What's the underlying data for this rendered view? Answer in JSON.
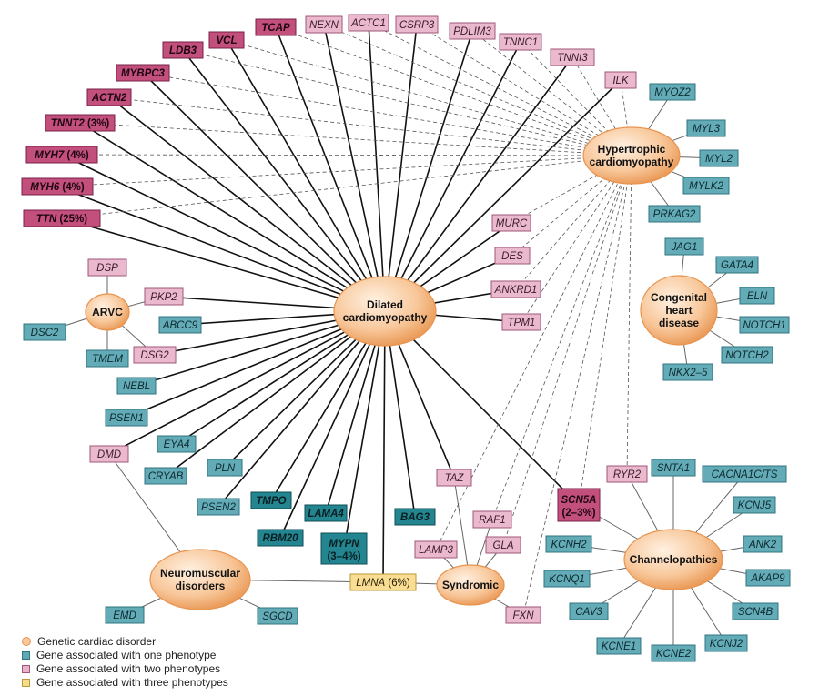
{
  "colors": {
    "one": "#5fa9b3",
    "two_light": "#e7b3c8",
    "two_dark": "#b5416f",
    "three": "#f7dc8e",
    "disorder_outer": "#e8944f",
    "disorder_inner": "#fde3c8",
    "edge": "#111111",
    "dashed": "#555555"
  },
  "disorders": {
    "dcm": "Dilated\ncardiomyopathy",
    "hcm": "Hypertrophic\ncardiomyopathy",
    "arvc": "ARVC",
    "chd": "Congenital\nheart\ndisease",
    "nmd": "Neuromuscular\ndisorders",
    "syn": "Syndromic",
    "chan": "Channelopathies"
  },
  "genes": {
    "TCAP": "TCAP",
    "NEXN": "NEXN",
    "ACTC1": "ACTC1",
    "CSRP3": "CSRP3",
    "PDLIM3": "PDLIM3",
    "VCL": "VCL",
    "LDB3": "LDB3",
    "TNNC1": "TNNC1",
    "TNNI3": "TNNI3",
    "MYBPC3": "MYBPC3",
    "ILK": "ILK",
    "ACTN2": "ACTN2",
    "TNNT2": "TNNT2",
    "TNNT2_pct": " (3%)",
    "MYH7": "MYH7",
    "MYH7_pct": " (4%)",
    "MYH6": "MYH6",
    "MYH6_pct": " (4%)",
    "TTN": "TTN",
    "TTN_pct": " (25%)",
    "MYOZ2": "MYOZ2",
    "MYL3": "MYL3",
    "MYL2": "MYL2",
    "MYLK2": "MYLK2",
    "PRKAG2": "PRKAG2",
    "MURC": "MURC",
    "DES": "DES",
    "ANKRD1": "ANKRD1",
    "TPM1": "TPM1",
    "JAG1": "JAG1",
    "GATA4": "GATA4",
    "ELN": "ELN",
    "NOTCH1": "NOTCH1",
    "NOTCH2": "NOTCH2",
    "NKX2_5": "NKX2–5",
    "DSP": "DSP",
    "PKP2": "PKP2",
    "DSC2": "DSC2",
    "ABCC9": "ABCC9",
    "TMEM": "TMEM",
    "DSG2": "DSG2",
    "NEBL": "NEBL",
    "PSEN1": "PSEN1",
    "EYA4": "EYA4",
    "DMD": "DMD",
    "CRYAB": "CRYAB",
    "PLN": "PLN",
    "TAZ": "TAZ",
    "RYR2": "RYR2",
    "SNTA1": "SNTA1",
    "CACNA1C": "CACNA1C/TS",
    "SCN5A": "SCN5A",
    "SCN5A_pct": "(2–3%)",
    "TMPO": "TMPO",
    "PSEN2": "PSEN2",
    "LAMA4": "LAMA4",
    "BAG3": "BAG3",
    "RAF1": "RAF1",
    "KCNJ5": "KCNJ5",
    "RBM20": "RBM20",
    "MYPN": "MYPN",
    "MYPN_pct": "(3–4%)",
    "GLA": "GLA",
    "LAMP3": "LAMP3",
    "KCNH2": "KCNH2",
    "ANK2": "ANK2",
    "KCNQ1": "KCNQ1",
    "AKAP9": "AKAP9",
    "LMNA": "LMNA",
    "LMNA_pct": " (6%)",
    "EMD": "EMD",
    "SGCD": "SGCD",
    "CAV3": "CAV3",
    "SCN4B": "SCN4B",
    "FXN": "FXN",
    "KCNE1": "KCNE1",
    "KCNE2": "KCNE2",
    "KCNJ2": "KCNJ2"
  },
  "legend": {
    "disorder": "Genetic cardiac disorder",
    "one": "Gene associated with one phenotype",
    "two": "Gene associated with two phenotypes",
    "three": "Gene associated with three phenotypes"
  }
}
